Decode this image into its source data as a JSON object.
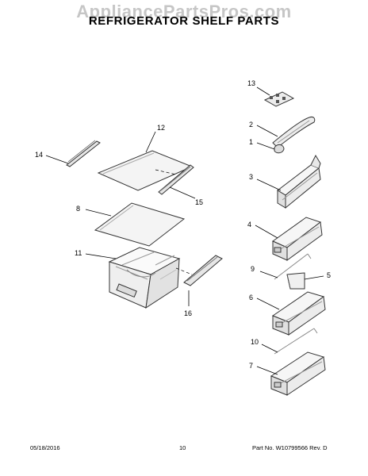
{
  "header": {
    "watermark": "AppliancePartsPros.com",
    "title": "REFRIGERATOR SHELF PARTS"
  },
  "callouts": {
    "c1": "1",
    "c2": "2",
    "c3": "3",
    "c4": "4",
    "c5": "5",
    "c6": "6",
    "c7": "7",
    "c8": "8",
    "c9": "9",
    "c10": "10",
    "c11": "11",
    "c12": "12",
    "c13": "13",
    "c14": "14",
    "c15": "15",
    "c16": "16"
  },
  "footer": {
    "date": "05/18/2016",
    "page": "10",
    "part": "Part No.  W10799566  Rev. D"
  }
}
